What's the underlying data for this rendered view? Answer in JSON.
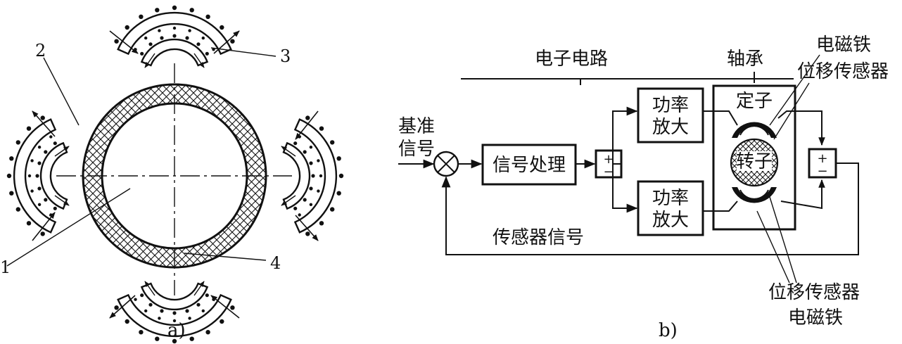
{
  "diagram_a": {
    "labels": {
      "n1": "1",
      "n2": "2",
      "n3": "3",
      "n4": "4"
    },
    "caption": "a)"
  },
  "diagram_b": {
    "electronic_circuit": "电子电路",
    "bearing": "轴承",
    "electromagnet_top": "电磁铁",
    "sensor_top": "位移传感器",
    "reference_line1": "基准",
    "reference_line2": "信号",
    "signal_processing": "信号处理",
    "amp_top_line1": "功率",
    "amp_top_line2": "放大",
    "amp_bottom_line1": "功率",
    "amp_bottom_line2": "放大",
    "stator": "定子",
    "rotor": "转子",
    "sensor_signal": "传感器信号",
    "sensor_bottom": "位移传感器",
    "electromagnet_bottom": "电磁铁",
    "plus": "+",
    "minus": "−",
    "caption": "b)"
  }
}
